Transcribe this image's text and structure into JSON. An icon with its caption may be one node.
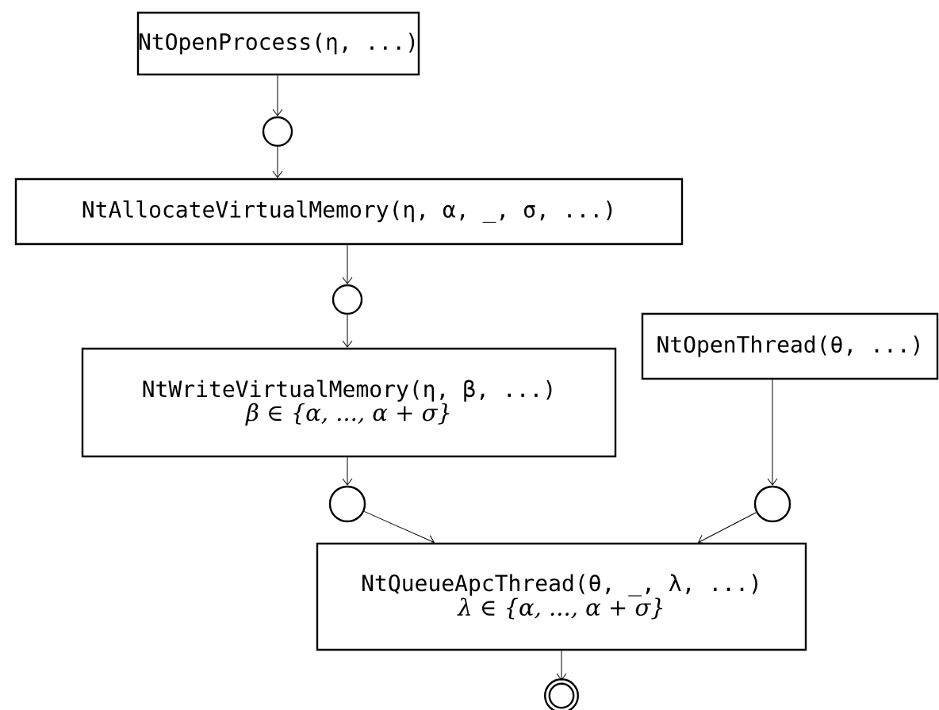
{
  "diagram": {
    "nodes": [
      {
        "text": [
          "NtOpenProcess(η, ...)"
        ]
      },
      {
        "text": [],
        "shape": "circle"
      },
      {
        "text": [
          "NtAllocateVirtualMemory(η, α, _, σ, ...)"
        ]
      },
      {
        "text": [],
        "shape": "circle"
      },
      {
        "text": [
          "NtOpenThread(θ, ...)"
        ]
      },
      {
        "text": [
          "NtWriteVirtualMemory(η, β, ...)",
          "β ∈ {α, ..., α + σ}"
        ]
      },
      {
        "text": [],
        "shape": "circle"
      },
      {
        "text": [],
        "shape": "circle"
      },
      {
        "text": [
          "NtQueueApcThread(θ, _, λ, ...)",
          "λ ∈ {α, ..., α + σ}"
        ]
      },
      {
        "text": [],
        "shape": "double-circle"
      }
    ],
    "edges": [
      {
        "from": 0,
        "to": 1,
        "arrow": "to"
      },
      {
        "from": 1,
        "to": 2,
        "arrow": "to"
      },
      {
        "from": 2,
        "to": 3,
        "arrow": "to"
      },
      {
        "from": 3,
        "to": 5,
        "arrow": "to"
      },
      {
        "from": 4,
        "to": 7,
        "arrow": "to"
      },
      {
        "from": 5,
        "to": 6,
        "arrow": "to"
      },
      {
        "from": 6,
        "to": 8,
        "arrow": "to"
      },
      {
        "from": 7,
        "to": 8,
        "arrow": "to"
      },
      {
        "from": 8,
        "to": 9,
        "arrow": "to"
      }
    ]
  }
}
